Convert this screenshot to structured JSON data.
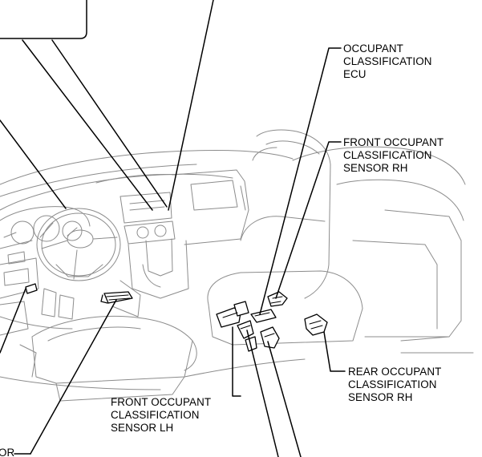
{
  "diagram": {
    "labels": {
      "ecu": "OCCUPANT\nCLASSIFICATION\nECU",
      "front_rh": "FRONT OCCUPANT\nCLASSIFICATION\nSENSOR RH",
      "rear_rh": "REAR OCCUPANT\nCLASSIFICATION\nSENSOR RH",
      "front_lh": "FRONT OCCUPANT\nCLASSIFICATION\nSENSOR LH",
      "partial_left": "OR"
    },
    "colors": {
      "line": "#000000",
      "art": "#8c8c8c",
      "background": "#ffffff"
    }
  }
}
